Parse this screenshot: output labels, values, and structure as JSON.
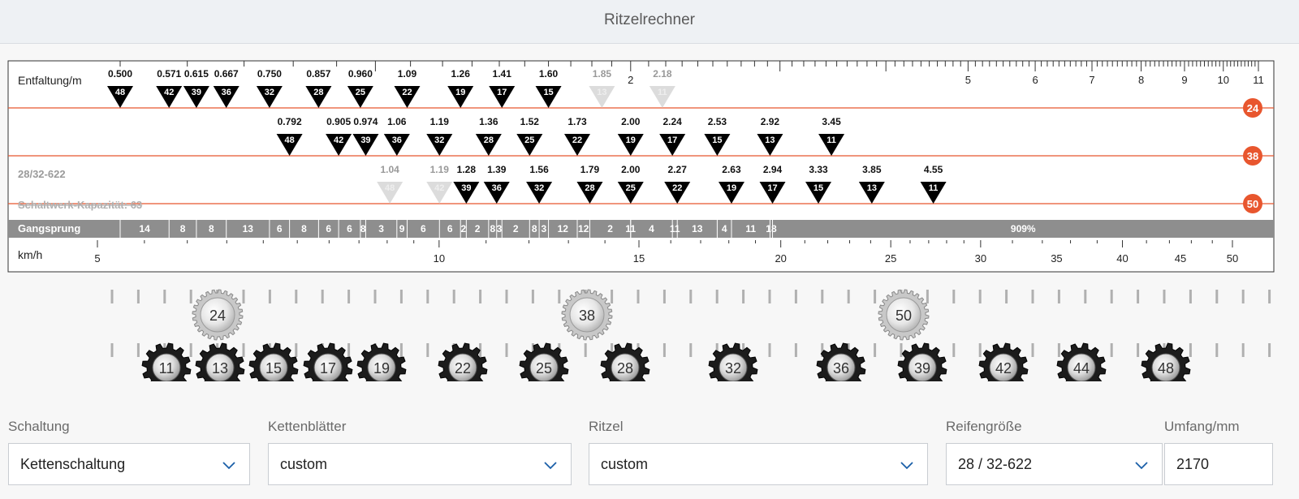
{
  "header": {
    "title": "Ritzelrechner"
  },
  "chart_data": {
    "type": "gear-ratio-diagram",
    "top_scale": {
      "label": "Entfaltung/m",
      "ticks": [
        "2",
        "5",
        "6",
        "7",
        "8",
        "9",
        "10",
        "11"
      ]
    },
    "bottom_scale": {
      "label": "km/h",
      "ticks": [
        "5",
        "10",
        "15",
        "20",
        "25",
        "30",
        "35",
        "40",
        "45",
        "50"
      ]
    },
    "tire_label": "28/32-622",
    "capacity_label": "Schaltwerk-Kapazität: 63",
    "chainrings": [
      {
        "teeth": "24",
        "gears": [
          {
            "ratio": "0.500",
            "cog": "48",
            "active": true
          },
          {
            "ratio": "0.571",
            "cog": "42",
            "active": true
          },
          {
            "ratio": "0.615",
            "cog": "39",
            "active": true
          },
          {
            "ratio": "0.667",
            "cog": "36",
            "active": true
          },
          {
            "ratio": "0.750",
            "cog": "32",
            "active": true
          },
          {
            "ratio": "0.857",
            "cog": "28",
            "active": true
          },
          {
            "ratio": "0.960",
            "cog": "25",
            "active": true
          },
          {
            "ratio": "1.09",
            "cog": "22",
            "active": true
          },
          {
            "ratio": "1.26",
            "cog": "19",
            "active": true
          },
          {
            "ratio": "1.41",
            "cog": "17",
            "active": true
          },
          {
            "ratio": "1.60",
            "cog": "15",
            "active": true
          },
          {
            "ratio": "1.85",
            "cog": "13",
            "active": false
          },
          {
            "ratio": "2.18",
            "cog": "11",
            "active": false
          }
        ]
      },
      {
        "teeth": "38",
        "gears": [
          {
            "ratio": "0.792",
            "cog": "48",
            "active": true
          },
          {
            "ratio": "0.905",
            "cog": "42",
            "active": true
          },
          {
            "ratio": "0.974",
            "cog": "39",
            "active": true
          },
          {
            "ratio": "1.06",
            "cog": "36",
            "active": true
          },
          {
            "ratio": "1.19",
            "cog": "32",
            "active": true
          },
          {
            "ratio": "1.36",
            "cog": "28",
            "active": true
          },
          {
            "ratio": "1.52",
            "cog": "25",
            "active": true
          },
          {
            "ratio": "1.73",
            "cog": "22",
            "active": true
          },
          {
            "ratio": "2.00",
            "cog": "19",
            "active": true
          },
          {
            "ratio": "2.24",
            "cog": "17",
            "active": true
          },
          {
            "ratio": "2.53",
            "cog": "15",
            "active": true
          },
          {
            "ratio": "2.92",
            "cog": "13",
            "active": true
          },
          {
            "ratio": "3.45",
            "cog": "11",
            "active": true
          }
        ]
      },
      {
        "teeth": "50",
        "gears": [
          {
            "ratio": "1.04",
            "cog": "48",
            "active": false
          },
          {
            "ratio": "1.19",
            "cog": "42",
            "active": false
          },
          {
            "ratio": "1.28",
            "cog": "39",
            "active": true
          },
          {
            "ratio": "1.39",
            "cog": "36",
            "active": true
          },
          {
            "ratio": "1.56",
            "cog": "32",
            "active": true
          },
          {
            "ratio": "1.79",
            "cog": "28",
            "active": true
          },
          {
            "ratio": "2.00",
            "cog": "25",
            "active": true
          },
          {
            "ratio": "2.27",
            "cog": "22",
            "active": true
          },
          {
            "ratio": "2.63",
            "cog": "19",
            "active": true
          },
          {
            "ratio": "2.94",
            "cog": "17",
            "active": true
          },
          {
            "ratio": "3.33",
            "cog": "15",
            "active": true
          },
          {
            "ratio": "3.85",
            "cog": "13",
            "active": true
          },
          {
            "ratio": "4.55",
            "cog": "11",
            "active": true
          }
        ]
      }
    ],
    "gangsprung": {
      "label": "Gangsprung",
      "values": [
        "14",
        "8",
        "8",
        "13",
        "6",
        "8",
        "6",
        "6",
        "8",
        "3",
        "9",
        "6",
        "6",
        "2",
        "2",
        "8",
        "3",
        "2",
        "8",
        "3",
        "12",
        "12",
        "2",
        "11",
        "4",
        "11",
        "13",
        "4",
        "11",
        "18"
      ],
      "total": "909%"
    },
    "chainring_gears": [
      "24",
      "38",
      "50"
    ],
    "cassette_gears": [
      "11",
      "13",
      "15",
      "17",
      "19",
      "22",
      "25",
      "28",
      "32",
      "36",
      "39",
      "42",
      "44",
      "48"
    ]
  },
  "controls": {
    "schaltung": {
      "label": "Schaltung",
      "value": "Kettenschaltung"
    },
    "kettenblaetter": {
      "label": "Kettenblätter",
      "value": "custom"
    },
    "ritzel": {
      "label": "Ritzel",
      "value": "custom"
    },
    "reifen": {
      "label": "Reifengröße",
      "value": "28 / 32-622"
    },
    "umfang": {
      "label": "Umfang/mm",
      "value": "2170"
    }
  },
  "colors": {
    "line": "#e8562e",
    "badge": "#e8562e",
    "bar": "#8e8e8e"
  }
}
